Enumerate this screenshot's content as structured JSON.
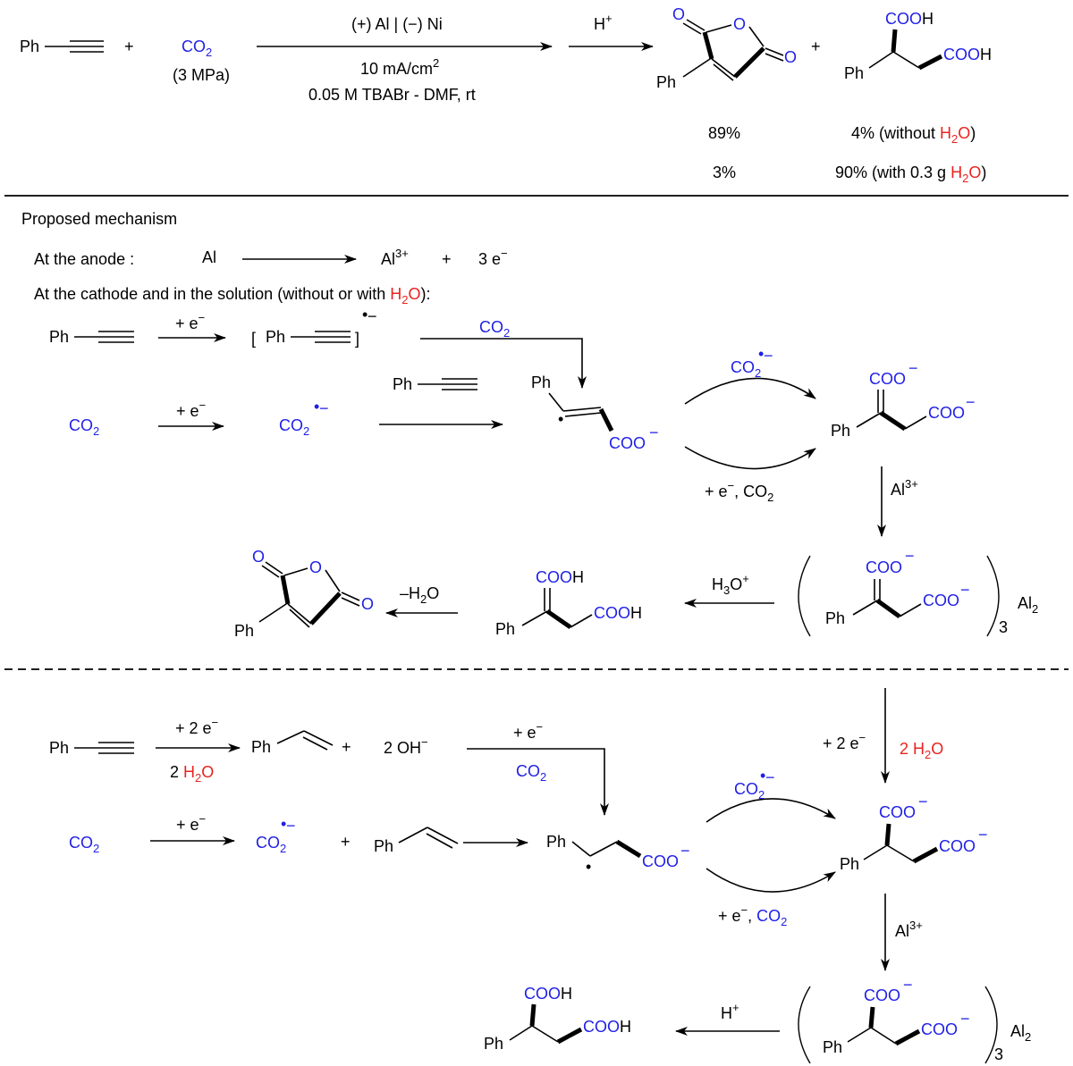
{
  "top": {
    "ph": "Ph",
    "plus": "+",
    "co2": "CO",
    "sub2": "2",
    "pressure": "(3 MPa)",
    "cond1": "(+) Al | (−) Ni",
    "cond2a": "10 mA/cm",
    "cond2sup": "2",
    "cond3": "0.05 M TBABr - DMF, rt",
    "acid": "H",
    "acid_sup": "+",
    "O": "O",
    "COOH": "COOH",
    "y1a": "89%",
    "y1b": "3%",
    "y2a_pre": "4% (without ",
    "y2a_post": ")",
    "y2b_pre": "90% (with 0.3 g ",
    "y2b_post": ")",
    "H": "H",
    "h2o_O": "O"
  },
  "mech": {
    "heading": "Proposed mechanism",
    "anode_label": "At the anode :",
    "Al": "Al",
    "al3": "Al",
    "al3_sup": "3+",
    "electrons": "3 e",
    "minus": "−",
    "cathode_label": "At the cathode and in the solution (without or with ",
    "cathode_close": "):",
    "h2o_H": "H",
    "h2o_O": "O",
    "e_gain": "+ e",
    "bracket_l": "[",
    "bracket_r": "]",
    "dot": "•",
    "COO": "COO",
    "e_co2": "+ e",
    "comma_co2": ", CO",
    "al3_label": "Al",
    "h3o": "H",
    "h3o_sub": "3",
    "h3o_tail": "O",
    "h3o_sup": "+",
    "dehydr": "–H",
    "dehydr_sub": "2",
    "dehydr_tail": "O",
    "paren_l": "(",
    "paren_r": ")",
    "sub3": "3",
    "al2": "Al",
    "al2_sub": "2"
  },
  "lower": {
    "two_e": "+ 2 e",
    "two_h2o_pre": "2 ",
    "oh": "2 OH",
    "e_gain": "+ e",
    "plus2e": "+ 2 e",
    "acid": "H",
    "acid_sup": "+"
  },
  "colors": {
    "co2_blue": "#1f1fe6",
    "water_red": "#e8231f",
    "ink": "#000000"
  }
}
